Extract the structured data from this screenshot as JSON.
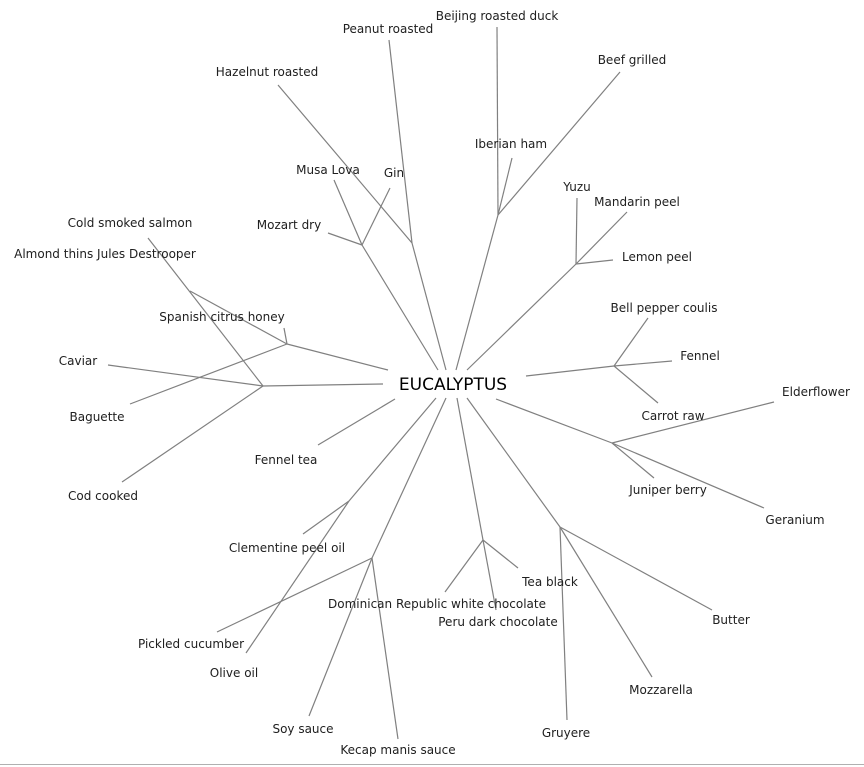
{
  "diagram": {
    "type": "radial-flavor-pairing-tree",
    "root": "EUCALYPTUS",
    "colors": {
      "edge": "#808080",
      "text": "#202020",
      "background": "#ffffff"
    },
    "leaves": [
      "Peanut roasted",
      "Beijing roasted duck",
      "Beef grilled",
      "Hazelnut roasted",
      "Iberian ham",
      "Musa Lova",
      "Gin",
      "Mozart dry",
      "Yuzu",
      "Mandarin peel",
      "Lemon peel",
      "Cold smoked salmon",
      "Almond thins Jules Destrooper",
      "Spanish citrus honey",
      "Bell pepper coulis",
      "Fennel",
      "Caviar",
      "Carrot raw",
      "Elderflower",
      "Baguette",
      "Fennel tea",
      "Juniper berry",
      "Cod cooked",
      "Geranium",
      "Clementine peel oil",
      "Tea black",
      "Dominican Republic white chocolate",
      "Peru dark chocolate",
      "Butter",
      "Pickled cucumber",
      "Olive oil",
      "Mozzarella",
      "Soy sauce",
      "Gruyere",
      "Kecap manis sauce"
    ]
  }
}
